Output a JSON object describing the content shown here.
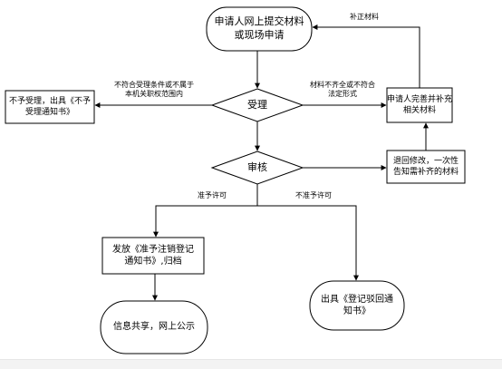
{
  "nodes": {
    "start": {
      "lines": [
        "申请人网上提交材料",
        "或现场申请"
      ]
    },
    "accept": {
      "lines": [
        "受理"
      ]
    },
    "reject": {
      "lines": [
        "不予受理，出具《不予",
        "受理通知书》"
      ]
    },
    "supplement": {
      "lines": [
        "申请人完善并补充",
        "相关材料"
      ]
    },
    "review": {
      "lines": [
        "审核"
      ]
    },
    "return_mod": {
      "lines": [
        "退回修改，一次性",
        "告知需补齐的材料"
      ]
    },
    "issue": {
      "lines": [
        "发放《准予注销登记",
        "通知书》,归档"
      ]
    },
    "dismiss": {
      "lines": [
        "出具《登记驳回通",
        "知书》"
      ]
    },
    "share": {
      "lines": [
        "信息共享，网上公示"
      ]
    }
  },
  "edges": {
    "supplement_correct": {
      "lines": [
        "补正材料"
      ]
    },
    "not_conform_left": {
      "lines": [
        "不符合受理条件或不属于",
        "本机关职权范围内"
      ]
    },
    "not_conform_right": {
      "lines": [
        "材料不齐全或不符合",
        "法定形式"
      ]
    },
    "approve": {
      "lines": [
        "准予许可"
      ]
    },
    "deny": {
      "lines": [
        "不准予许可"
      ]
    }
  }
}
